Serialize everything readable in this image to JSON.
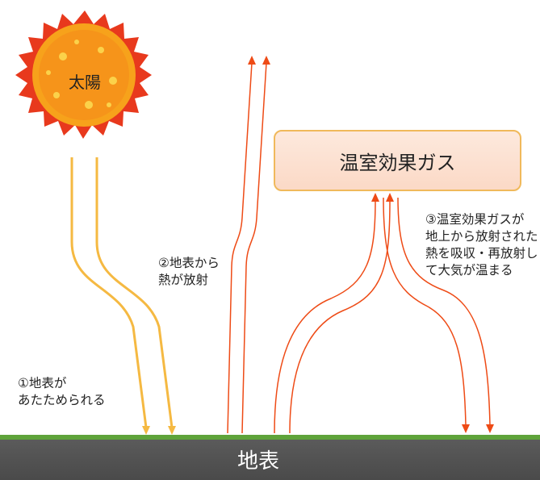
{
  "labels": {
    "sun": "太陽",
    "gas": "温室効果ガス",
    "ground": "地表",
    "annotation1": "①地表が\nあたためられる",
    "annotation2": "②地表から\n熱が放射",
    "annotation3": "③温室効果ガスが\n地上から放射された\n熱を吸収・再放射し\nて大気が温まる"
  },
  "colors": {
    "sun_ray": "#f5b942",
    "heat_ray": "#ee4b16",
    "gas_border": "#f0b95b",
    "grass": "#5fa33a",
    "ground": "#555555"
  }
}
